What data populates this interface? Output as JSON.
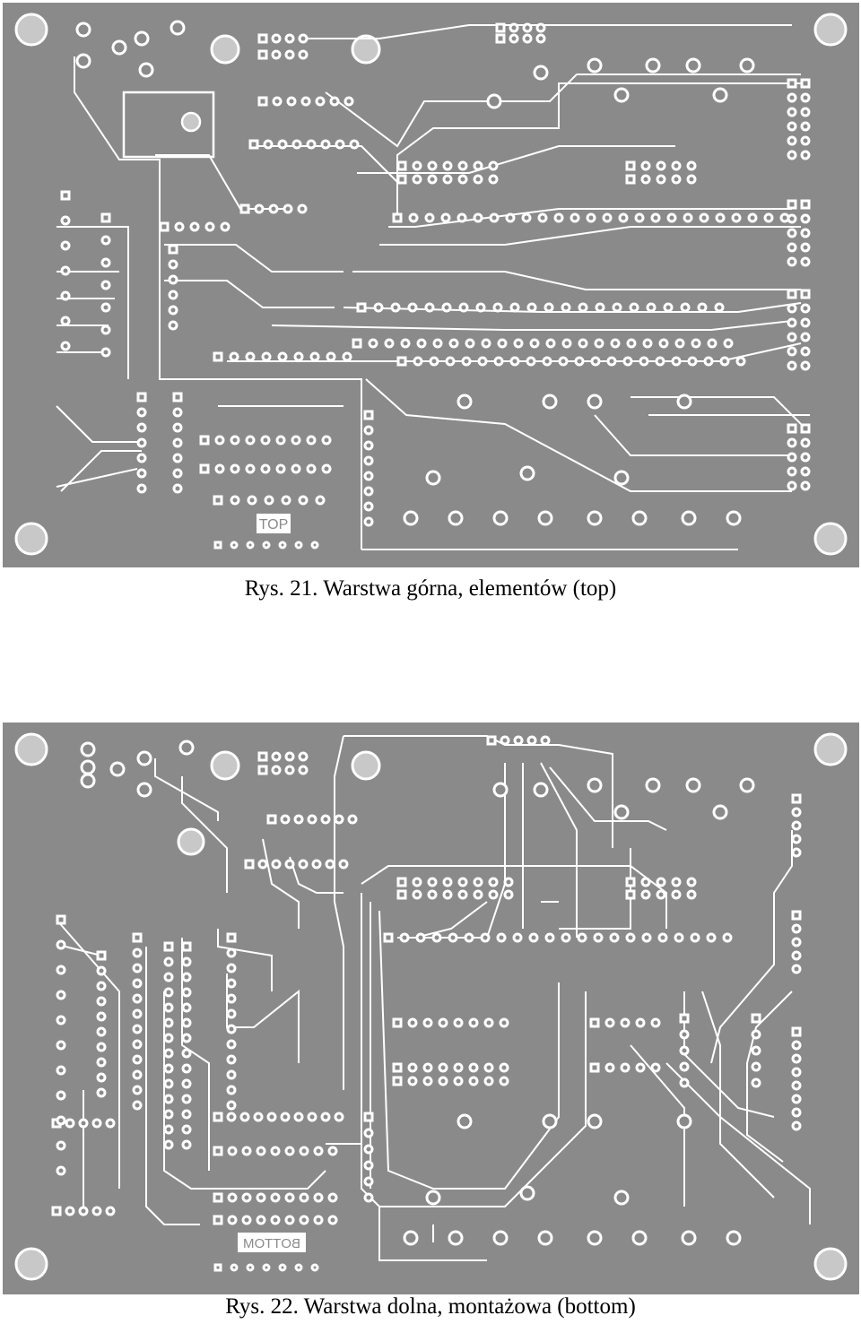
{
  "figures": [
    {
      "caption": "Rys. 21. Warstwa górna, elementów (top)",
      "layer_marking": "TOP"
    },
    {
      "caption": "Rys. 22. Warstwa dolna, montażowa (bottom)",
      "layer_marking": "BOTTOM"
    }
  ],
  "colors": {
    "board": "#8a8a8a",
    "copper": "#ffffff",
    "hole": "#8a8a8a",
    "mounting_hole": "#c8c8c8"
  }
}
